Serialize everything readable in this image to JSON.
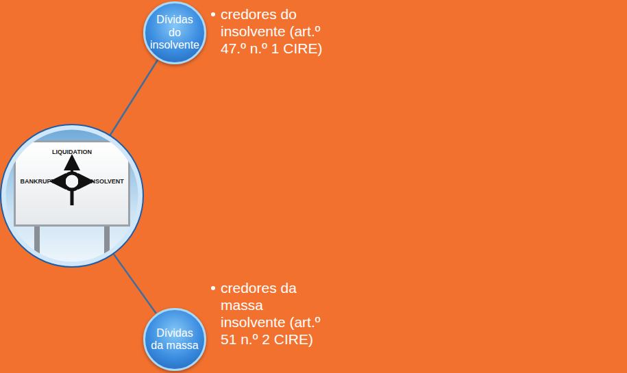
{
  "diagram": {
    "nodes": [
      {
        "text": [
          "LIQUIDATION",
          "BANKRUPT",
          "INSOLVENT"
        ]
      },
      {
        "text": [
          "Dívidas do insolvente"
        ]
      },
      {
        "text": [
          "Dívidas da massa"
        ]
      }
    ],
    "edges": [
      {
        "from": 0,
        "to": 1,
        "arrow": "none"
      },
      {
        "from": 0,
        "to": 2,
        "arrow": "none"
      }
    ],
    "labels": [
      "credores do insolvente (art.º 47.º n.º 1 CIRE)",
      "credores da massa insolvente (art.º 51 n.º 2 CIRE)"
    ]
  }
}
